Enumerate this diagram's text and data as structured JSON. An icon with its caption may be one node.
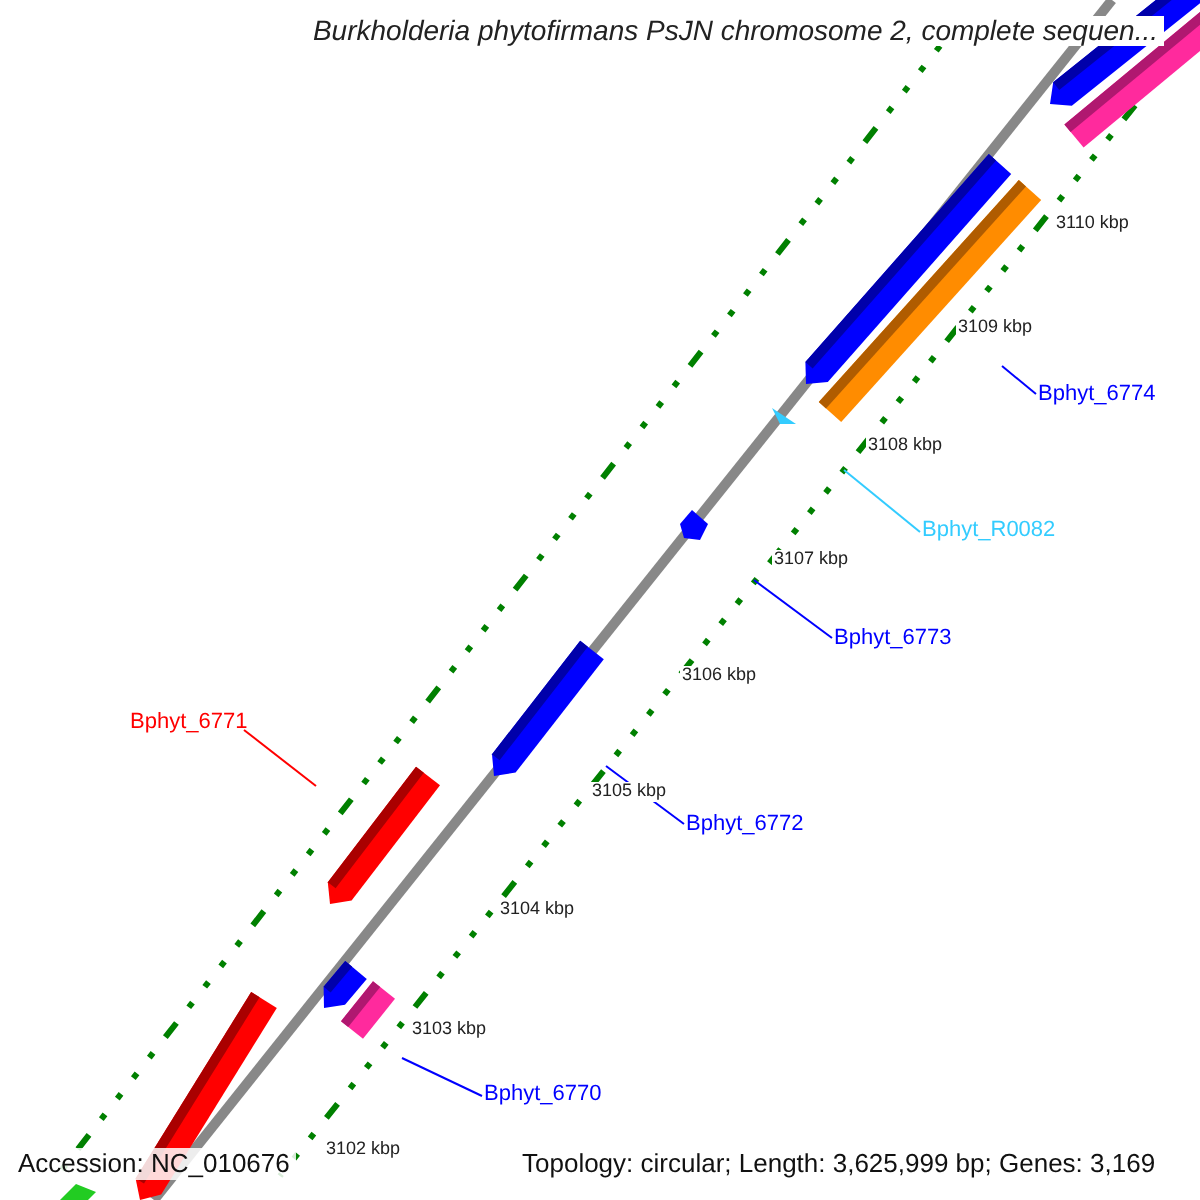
{
  "diagram": {
    "title": "Burkholderia phytofirmans PsJN chromosome 2, complete sequen...",
    "nodes": [
      {
        "text": [
          "Bphyt_6774"
        ]
      },
      {
        "text": [
          "Bphyt_R0082"
        ]
      },
      {
        "text": [
          "Bphyt_6773"
        ]
      },
      {
        "text": [
          "Bphyt_6771"
        ]
      },
      {
        "text": [
          "Bphyt_6772"
        ]
      },
      {
        "text": [
          "Bphyt_6770"
        ]
      }
    ],
    "edges": [
      {
        "from": 0,
        "to": null,
        "arrow": "none",
        "color": "#0000ff"
      },
      {
        "from": 1,
        "to": null,
        "arrow": "none",
        "color": "#33ccff"
      },
      {
        "from": 2,
        "to": null,
        "arrow": "none",
        "color": "#0000ff"
      },
      {
        "from": 3,
        "to": null,
        "arrow": "none",
        "color": "#ff0000"
      },
      {
        "from": 4,
        "to": null,
        "arrow": "none",
        "color": "#0000ff"
      },
      {
        "from": 5,
        "to": null,
        "arrow": "none",
        "color": "#0000ff"
      }
    ],
    "labels": [
      "3110 kbp",
      "3109 kbp",
      "3108 kbp",
      "3107 kbp",
      "3106 kbp",
      "3105 kbp",
      "3104 kbp",
      "3103 kbp",
      "3102 kbp",
      "Accession: NC_010676",
      "Topology: circular; Length: 3,625,999 bp; Genes: 3,169"
    ]
  }
}
